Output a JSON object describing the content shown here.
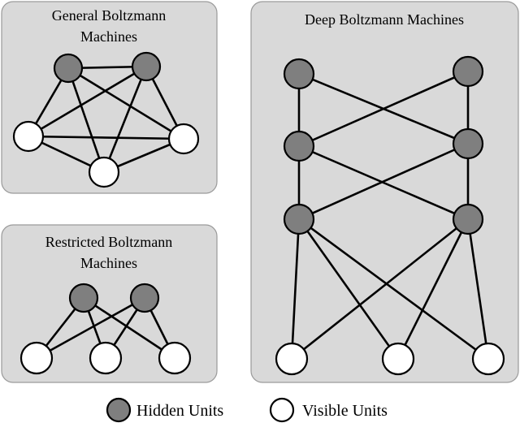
{
  "colors": {
    "panel_fill": "#d9d9d9",
    "hidden_fill": "#7f7f7f",
    "visible_fill": "#ffffff",
    "line": "#000000"
  },
  "panels": {
    "general": {
      "title_lines": [
        "General Boltzmann",
        "Machines"
      ],
      "nodes": [
        {
          "id": "h1",
          "kind": "hidden"
        },
        {
          "id": "h2",
          "kind": "hidden"
        },
        {
          "id": "v1",
          "kind": "visible"
        },
        {
          "id": "v2",
          "kind": "visible"
        },
        {
          "id": "v3",
          "kind": "visible"
        }
      ],
      "edges": [
        [
          "h1",
          "h2"
        ],
        [
          "h1",
          "v1"
        ],
        [
          "h1",
          "v2"
        ],
        [
          "h1",
          "v3"
        ],
        [
          "h2",
          "v1"
        ],
        [
          "h2",
          "v2"
        ],
        [
          "h2",
          "v3"
        ],
        [
          "v1",
          "v2"
        ],
        [
          "v1",
          "v3"
        ],
        [
          "v2",
          "v3"
        ]
      ]
    },
    "restricted": {
      "title_lines": [
        "Restricted Boltzmann",
        "Machines"
      ],
      "nodes": [
        {
          "id": "h1",
          "kind": "hidden"
        },
        {
          "id": "h2",
          "kind": "hidden"
        },
        {
          "id": "v1",
          "kind": "visible"
        },
        {
          "id": "v2",
          "kind": "visible"
        },
        {
          "id": "v3",
          "kind": "visible"
        }
      ],
      "edges": [
        [
          "h1",
          "v1"
        ],
        [
          "h1",
          "v2"
        ],
        [
          "h1",
          "v3"
        ],
        [
          "h2",
          "v1"
        ],
        [
          "h2",
          "v2"
        ],
        [
          "h2",
          "v3"
        ]
      ]
    },
    "deep": {
      "title_lines": [
        "Deep Boltzmann Machines"
      ],
      "nodes": [
        {
          "id": "a1",
          "kind": "hidden"
        },
        {
          "id": "a2",
          "kind": "hidden"
        },
        {
          "id": "b1",
          "kind": "hidden"
        },
        {
          "id": "b2",
          "kind": "hidden"
        },
        {
          "id": "c1",
          "kind": "hidden"
        },
        {
          "id": "c2",
          "kind": "hidden"
        },
        {
          "id": "v1",
          "kind": "visible"
        },
        {
          "id": "v2",
          "kind": "visible"
        },
        {
          "id": "v3",
          "kind": "visible"
        }
      ],
      "edges": [
        [
          "a1",
          "b1"
        ],
        [
          "a1",
          "b2"
        ],
        [
          "a2",
          "b1"
        ],
        [
          "a2",
          "b2"
        ],
        [
          "b1",
          "c1"
        ],
        [
          "b1",
          "c2"
        ],
        [
          "b2",
          "c1"
        ],
        [
          "b2",
          "c2"
        ],
        [
          "c1",
          "v1"
        ],
        [
          "c1",
          "v2"
        ],
        [
          "c1",
          "v3"
        ],
        [
          "c2",
          "v1"
        ],
        [
          "c2",
          "v2"
        ],
        [
          "c2",
          "v3"
        ]
      ]
    }
  },
  "legend": {
    "hidden_label": "Hidden Units",
    "visible_label": "Visible Units"
  }
}
